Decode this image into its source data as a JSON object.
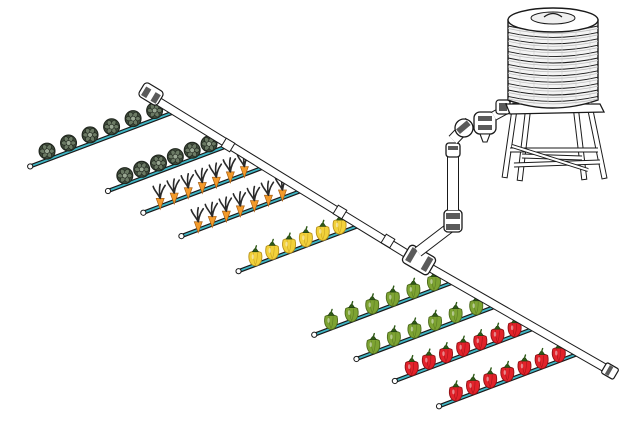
{
  "colors": {
    "outline": "#1a1a1a",
    "pipe_fill": "#ffffff",
    "drip_line": "#3fb7c6",
    "fitting": "#5a5a5a",
    "tank_fill": "#f4f4f4",
    "leafy": "#3e4a3a",
    "leafy_dark": "#1e241c",
    "carrot": "#f39a2a",
    "carrot_top": "#2a2a2a",
    "yellow_pepper": "#f2d13a",
    "green_pepper": "#7da332",
    "red_pepper": "#e2222a"
  },
  "crops": {
    "left_rows": [
      {
        "plant": "leafy-greens",
        "count": 6
      },
      {
        "plant": "leafy-greens",
        "count": 6
      },
      {
        "plant": "carrots",
        "count": 7
      },
      {
        "plant": "carrots",
        "count": 7
      },
      {
        "plant": "yellow-peppers",
        "count": 6
      }
    ],
    "right_rows": [
      {
        "plant": "green-peppers",
        "count": 6
      },
      {
        "plant": "green-peppers",
        "count": 6
      },
      {
        "plant": "red-peppers",
        "count": 7
      },
      {
        "plant": "red-peppers",
        "count": 7
      }
    ]
  },
  "icons": {
    "tank": "water-tank-icon",
    "filter": "filter-icon",
    "valve": "valve-icon",
    "end_cap": "end-cap-icon"
  }
}
